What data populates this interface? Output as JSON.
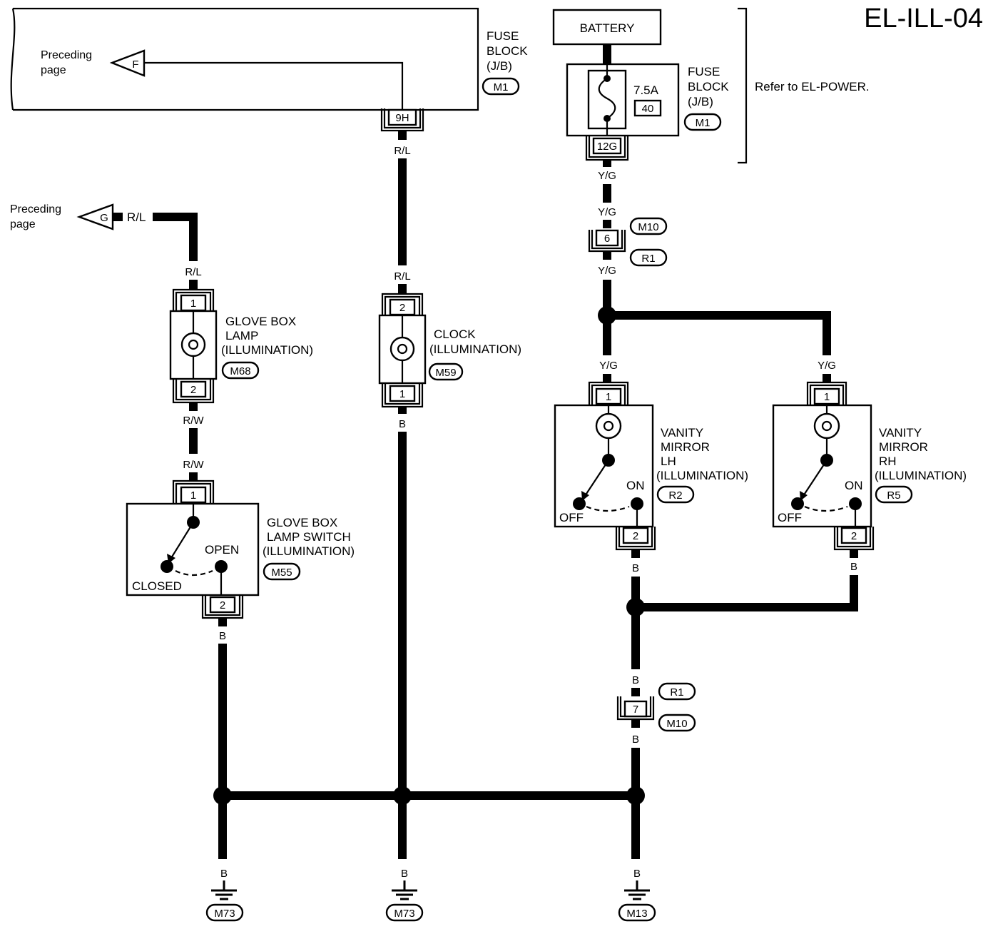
{
  "title": "EL-ILL-04",
  "note": "Refer to  EL-POWER.",
  "battery": "BATTERY",
  "fuse_block_top": {
    "label_lines": [
      "FUSE",
      "BLOCK",
      "(J/B)"
    ],
    "connector_id": "M1",
    "terminal": "9H"
  },
  "fuse_block_right": {
    "label_lines": [
      "FUSE",
      "BLOCK",
      "(J/B)"
    ],
    "connector_id": "M1",
    "terminal": "12G",
    "fuse_rating": "7.5A",
    "fuse_number": "40"
  },
  "preceding_f": {
    "text_lines": [
      "Preceding",
      "page"
    ],
    "arrow": "F"
  },
  "preceding_g": {
    "text_lines": [
      "Preceding",
      "page"
    ],
    "arrow": "G",
    "wire": "R/L"
  },
  "glove_box_lamp": {
    "label_lines": [
      "GLOVE BOX",
      "LAMP",
      "(ILLUMINATION)"
    ],
    "connector_id": "M68",
    "pins": [
      "1",
      "2"
    ]
  },
  "clock": {
    "label_lines": [
      "CLOCK",
      "(ILLUMINATION)"
    ],
    "connector_id": "M59",
    "pins": [
      "2",
      "1"
    ]
  },
  "glove_box_switch": {
    "label_lines": [
      "GLOVE BOX",
      "LAMP SWITCH",
      "(ILLUMINATION)"
    ],
    "connector_id": "M55",
    "pins": [
      "1",
      "2"
    ],
    "open": "OPEN",
    "closed": "CLOSED"
  },
  "vanity_lh": {
    "label_lines": [
      "VANITY",
      "MIRROR",
      "LH",
      "(ILLUMINATION)"
    ],
    "connector_id": "R2",
    "pins": [
      "1",
      "2"
    ],
    "on": "ON",
    "off": "OFF"
  },
  "vanity_rh": {
    "label_lines": [
      "VANITY",
      "MIRROR",
      "RH",
      "(ILLUMINATION)"
    ],
    "connector_id": "R5",
    "pins": [
      "1",
      "2"
    ],
    "on": "ON",
    "off": "OFF"
  },
  "connector_6": {
    "pin": "6",
    "ids": [
      "M10",
      "R1"
    ]
  },
  "connector_7": {
    "pin": "7",
    "ids": [
      "R1",
      "M10"
    ]
  },
  "wire_colors": {
    "rl": "R/L",
    "rw": "R/W",
    "yg": "Y/G",
    "b": "B"
  },
  "grounds": [
    "M73",
    "M73",
    "M13"
  ]
}
